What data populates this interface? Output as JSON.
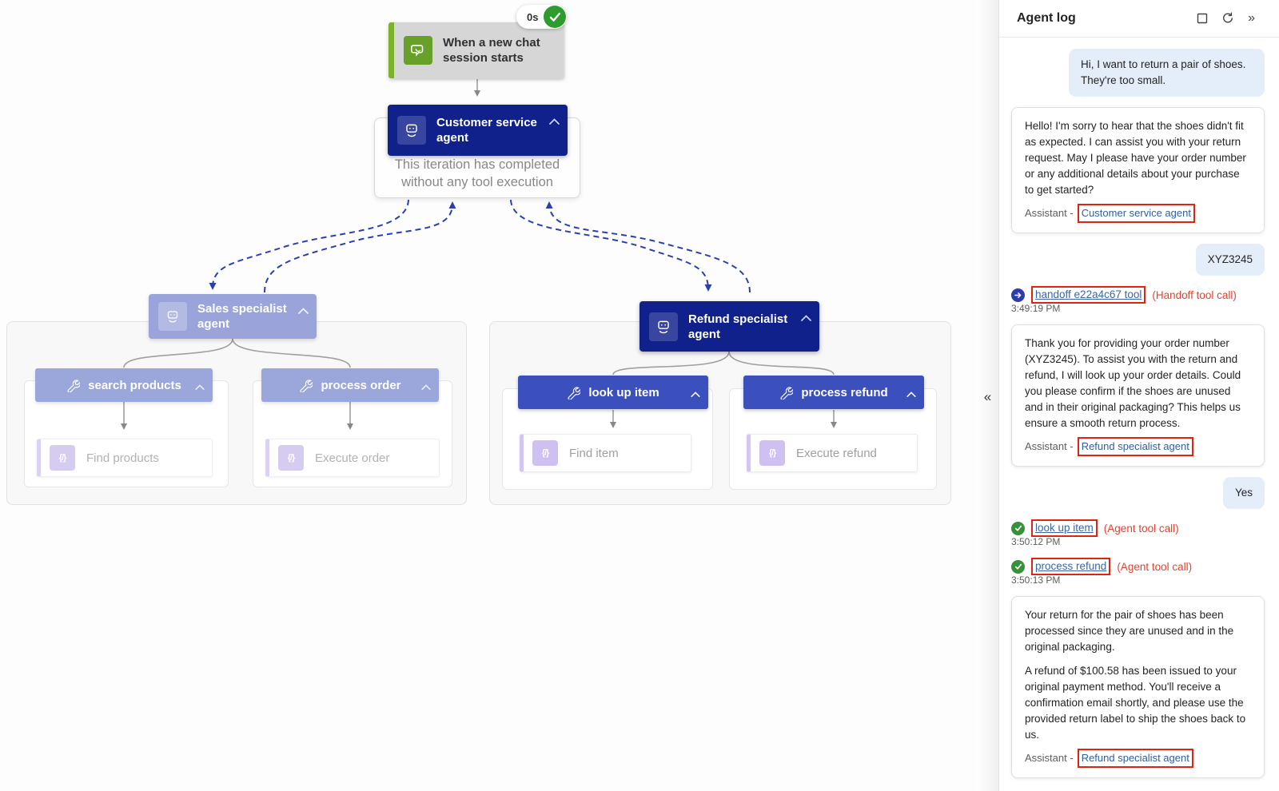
{
  "colors": {
    "agent_navy": "#11218c",
    "tool_blue": "#3c50bd",
    "faded_blue": "#9aa4da",
    "trigger_green": "#68a12a",
    "success_green": "#2e9b2e",
    "dashed_wire_blue": "#2b3fad",
    "annotation_red": "#e02413",
    "link_blue": "#3a66a8",
    "user_bubble_blue": "#e4eefb"
  },
  "canvas": {
    "trigger": {
      "title": "When a new chat session starts",
      "duration": "0s"
    },
    "customer_service_agent": {
      "title": "Customer service agent",
      "status": "This iteration has completed without any tool execution"
    },
    "sales_agent": {
      "title": "Sales specialist agent",
      "tools": [
        {
          "name": "search products",
          "action": "Find products"
        },
        {
          "name": "process order",
          "action": "Execute order"
        }
      ]
    },
    "refund_agent": {
      "title": "Refund specialist agent",
      "tools": [
        {
          "name": "look up item",
          "action": "Find item"
        },
        {
          "name": "process refund",
          "action": "Execute refund"
        }
      ]
    },
    "action_icon_glyph": "{/}"
  },
  "panel": {
    "title": "Agent log",
    "collapse_glyph": "«",
    "expand_glyph": "»",
    "messages": [
      {
        "type": "user",
        "text": "Hi, I want to return a pair of shoes. They're too small."
      },
      {
        "type": "assistant",
        "text": "Hello! I'm sorry to hear that the shoes didn't fit as expected. I can assist you with your return request. May I please have your order number or any additional details about your purchase to get started?",
        "footer_prefix": "Assistant -",
        "agent": "Customer service agent"
      },
      {
        "type": "user",
        "text": "XYZ3245"
      },
      {
        "type": "tool",
        "icon": "handoff-arrow",
        "link": "handoff e22a4c67 tool",
        "annotation": "(Handoff tool call)",
        "timestamp": "3:49:19 PM"
      },
      {
        "type": "assistant",
        "text": "Thank you for providing your order number (XYZ3245). To assist you with the return and refund, I will look up your order details. Could you please confirm if the shoes are unused and in their original packaging? This helps us ensure a smooth return process.",
        "footer_prefix": "Assistant -",
        "agent": "Refund specialist agent"
      },
      {
        "type": "user",
        "text": "Yes"
      },
      {
        "type": "tool",
        "icon": "success-check",
        "link": "look up item",
        "annotation": "(Agent tool call)",
        "timestamp": "3:50:12 PM"
      },
      {
        "type": "tool",
        "icon": "success-check",
        "link": "process refund",
        "annotation": "(Agent tool call)",
        "timestamp": "3:50:13 PM"
      },
      {
        "type": "assistant",
        "paragraphs": [
          "Your return for the pair of shoes has been processed since they are unused and in the original packaging.",
          "A refund of $100.58 has been issued to your original payment method. You'll receive a confirmation email shortly, and please use the provided return label to ship the shoes back to us."
        ],
        "footer_prefix": "Assistant -",
        "agent": "Refund specialist agent"
      }
    ]
  }
}
